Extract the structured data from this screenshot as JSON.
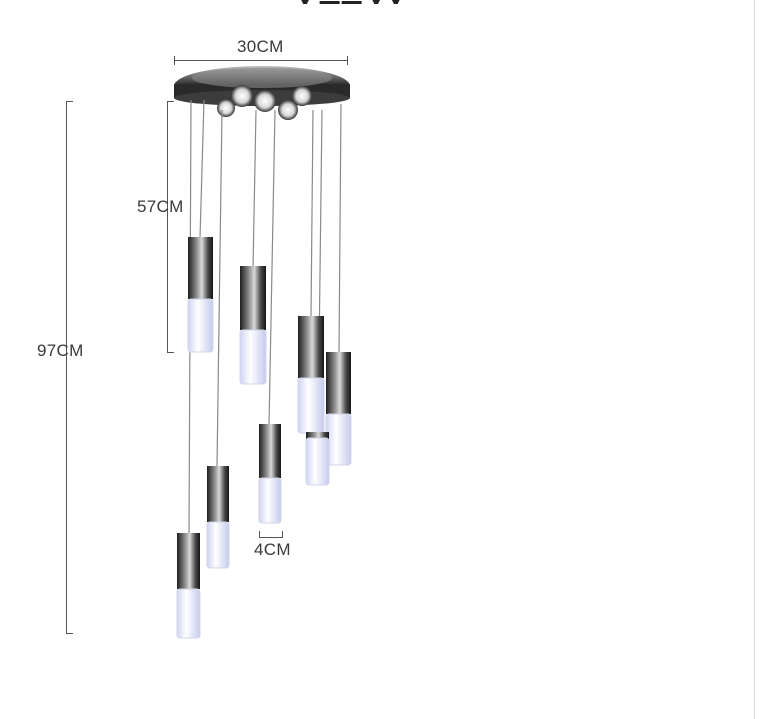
{
  "dimensions": {
    "width_label": "30CM",
    "drop_short_label": "57CM",
    "drop_total_label": "97CM",
    "tube_diameter_label": "4CM"
  },
  "product": {
    "pendant_count": 8
  }
}
